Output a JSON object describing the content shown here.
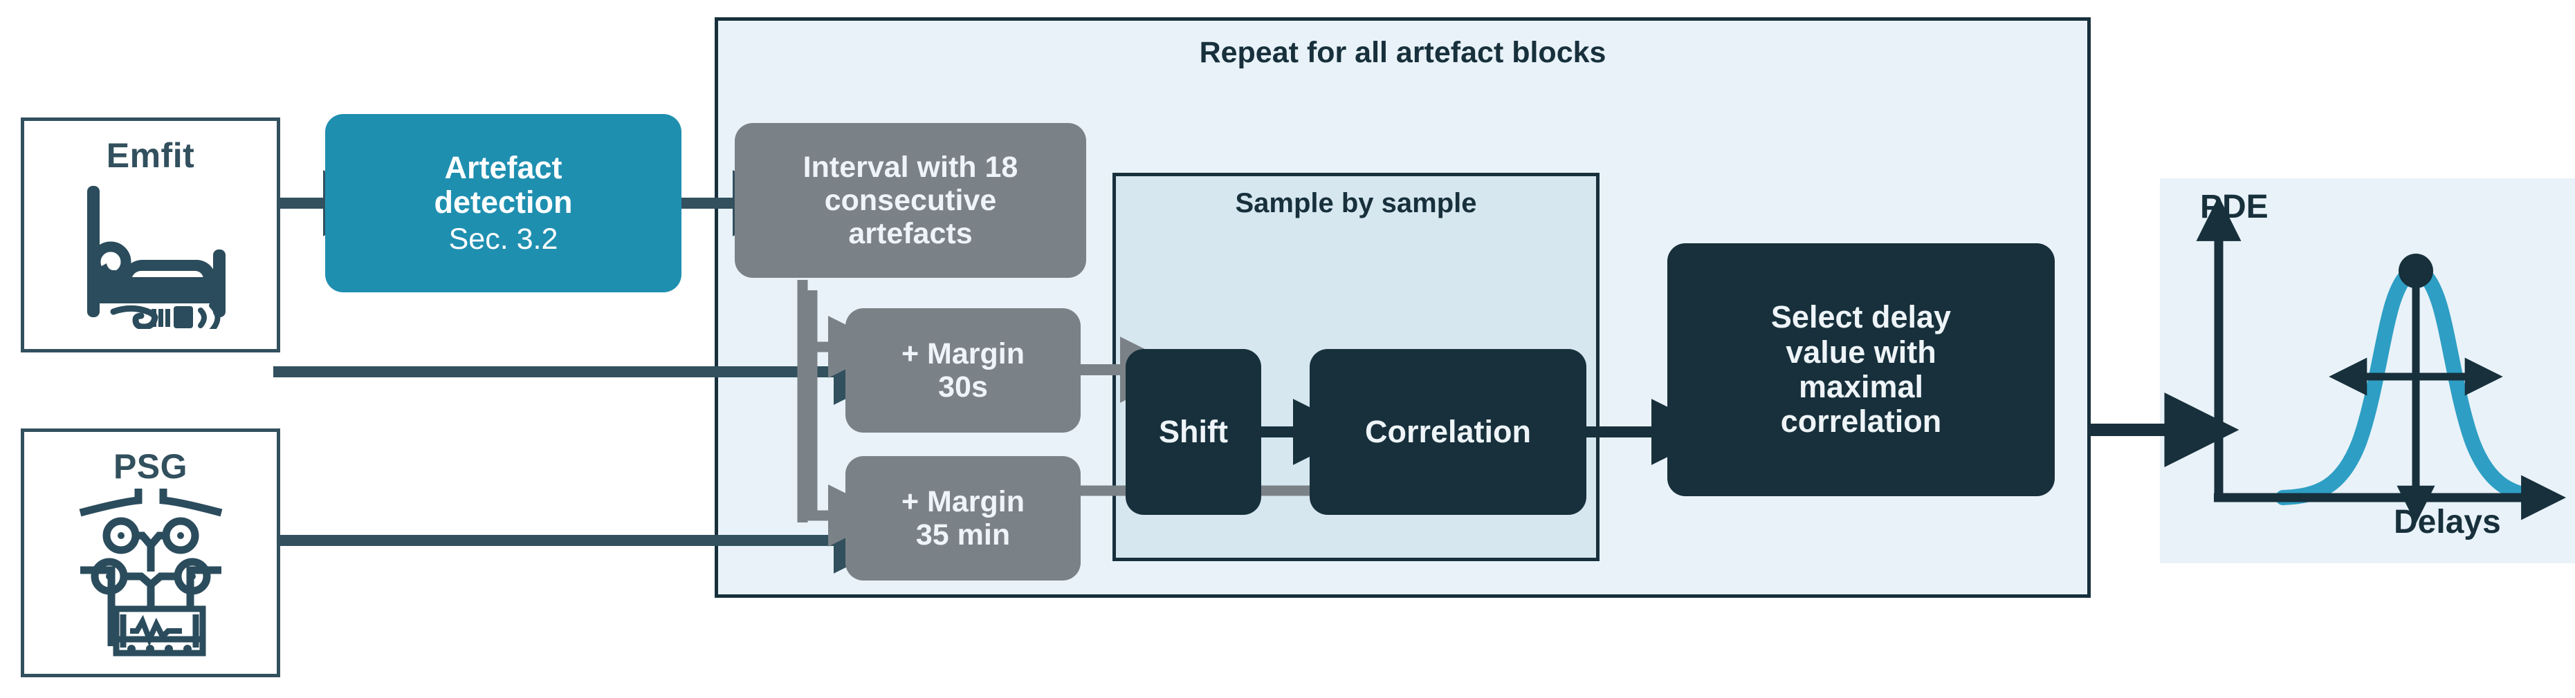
{
  "diagram": {
    "sources": [
      {
        "name": "emfit",
        "label": "Emfit",
        "icon": "bed-with-sensor-icon"
      },
      {
        "name": "psg",
        "label": "PSG",
        "icon": "eeg-electrodes-icon"
      }
    ],
    "artefact_detection": {
      "title": "Artefact",
      "title2": "detection",
      "subtitle": "Sec. 3.2",
      "color": "#1f8fb0"
    },
    "outer_container": {
      "title": "Repeat for all artefact blocks",
      "fill": "#e8f2f8",
      "stroke": "#17303c"
    },
    "interval_box": {
      "line1": "Interval with 18",
      "line2": "consecutive",
      "line3": "artefacts",
      "color": "#7b8287"
    },
    "margin_boxes": [
      {
        "name": "margin-30s",
        "line1": "+ Margin",
        "line2": "30s",
        "color": "#7b8287"
      },
      {
        "name": "margin-35min",
        "line1": "+ Margin",
        "line2": "35 min",
        "color": "#7b8287"
      }
    ],
    "inner_container": {
      "title": "Sample by sample",
      "fill": "#d6e7ef",
      "stroke": "#17303c"
    },
    "shift_box": {
      "label": "Shift",
      "color": "#17303c"
    },
    "correlation_box": {
      "label": "Correlation",
      "color": "#17303c"
    },
    "select_box": {
      "line1": "Select delay",
      "line2": "value with",
      "line3": "maximal",
      "line4": "correlation",
      "color": "#17303c"
    },
    "pde_panel": {
      "y_axis_label": "PDE",
      "x_axis_label": "Delays",
      "curve_color": "#2e9ec4",
      "axis_color": "#17303c",
      "peak_marker": "peak-dot"
    },
    "arrow_colors": {
      "signal": "#32505e",
      "control": "#7b8287",
      "dark": "#17303c"
    }
  }
}
